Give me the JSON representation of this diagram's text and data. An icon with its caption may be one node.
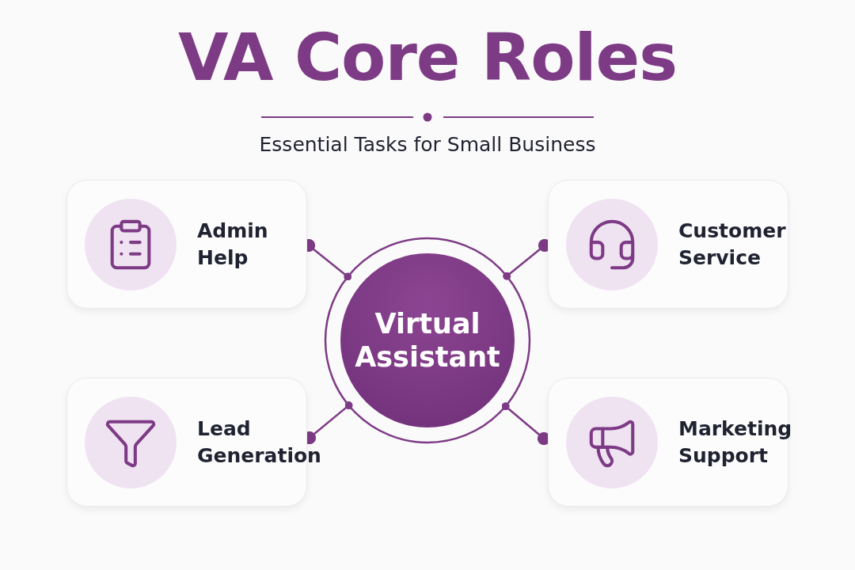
{
  "diagram": {
    "title": "VA Core Roles",
    "nodes": [
      {
        "text": [
          "Virtual Assistant"
        ]
      },
      {
        "text": [
          "Admin Help"
        ]
      },
      {
        "text": [
          "Customer Service"
        ]
      },
      {
        "text": [
          "Lead Generation"
        ]
      },
      {
        "text": [
          "Marketing Support"
        ]
      }
    ],
    "edges": [
      {
        "from": 0,
        "to": 1,
        "arrow": "other"
      },
      {
        "from": 0,
        "to": 2,
        "arrow": "other"
      },
      {
        "from": 0,
        "to": 3,
        "arrow": "other"
      },
      {
        "from": 0,
        "to": 4,
        "arrow": "other"
      }
    ],
    "labels": [
      "Essential Tasks for Small Business"
    ]
  }
}
